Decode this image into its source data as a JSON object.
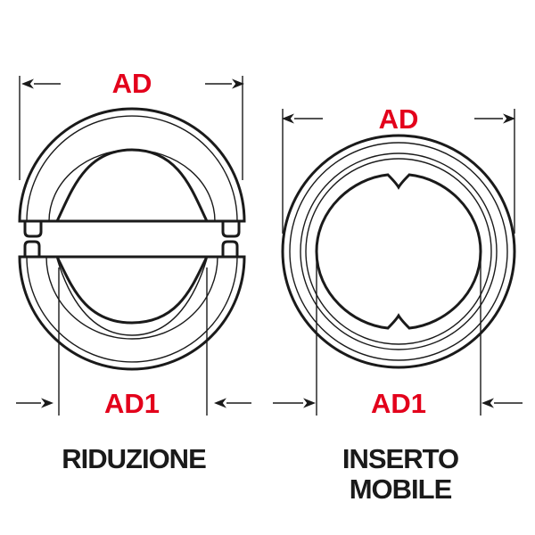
{
  "left_part": {
    "dim_top": "AD",
    "dim_bottom": "AD1",
    "caption": "RIDUZIONE"
  },
  "right_part": {
    "dim_top": "AD",
    "dim_bottom": "AD1",
    "caption_line1": "INSERTO",
    "caption_line2": "MOBILE"
  },
  "colors": {
    "dimension_label": "#e3001b",
    "line": "#1a1a1a"
  }
}
